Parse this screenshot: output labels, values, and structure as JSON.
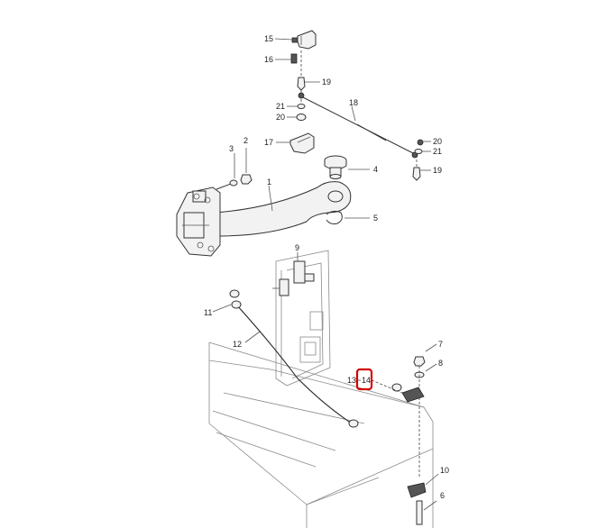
{
  "diagram": {
    "callouts": [
      {
        "id": "15",
        "label": "15"
      },
      {
        "id": "16",
        "label": "16"
      },
      {
        "id": "19a",
        "label": "19"
      },
      {
        "id": "18",
        "label": "18"
      },
      {
        "id": "21a",
        "label": "21"
      },
      {
        "id": "20a",
        "label": "20"
      },
      {
        "id": "17",
        "label": "17"
      },
      {
        "id": "20b",
        "label": "20"
      },
      {
        "id": "21b",
        "label": "21"
      },
      {
        "id": "4",
        "label": "4"
      },
      {
        "id": "19b",
        "label": "19"
      },
      {
        "id": "3",
        "label": "3"
      },
      {
        "id": "2",
        "label": "2"
      },
      {
        "id": "1",
        "label": "1"
      },
      {
        "id": "5",
        "label": "5"
      },
      {
        "id": "9",
        "label": "9"
      },
      {
        "id": "11",
        "label": "11"
      },
      {
        "id": "12",
        "label": "12"
      },
      {
        "id": "7",
        "label": "7"
      },
      {
        "id": "8",
        "label": "8"
      },
      {
        "id": "13",
        "label": "13"
      },
      {
        "id": "14",
        "label": "14",
        "highlighted": true
      },
      {
        "id": "10",
        "label": "10"
      },
      {
        "id": "6",
        "label": "6"
      }
    ],
    "highlight_color": "#d40000"
  }
}
